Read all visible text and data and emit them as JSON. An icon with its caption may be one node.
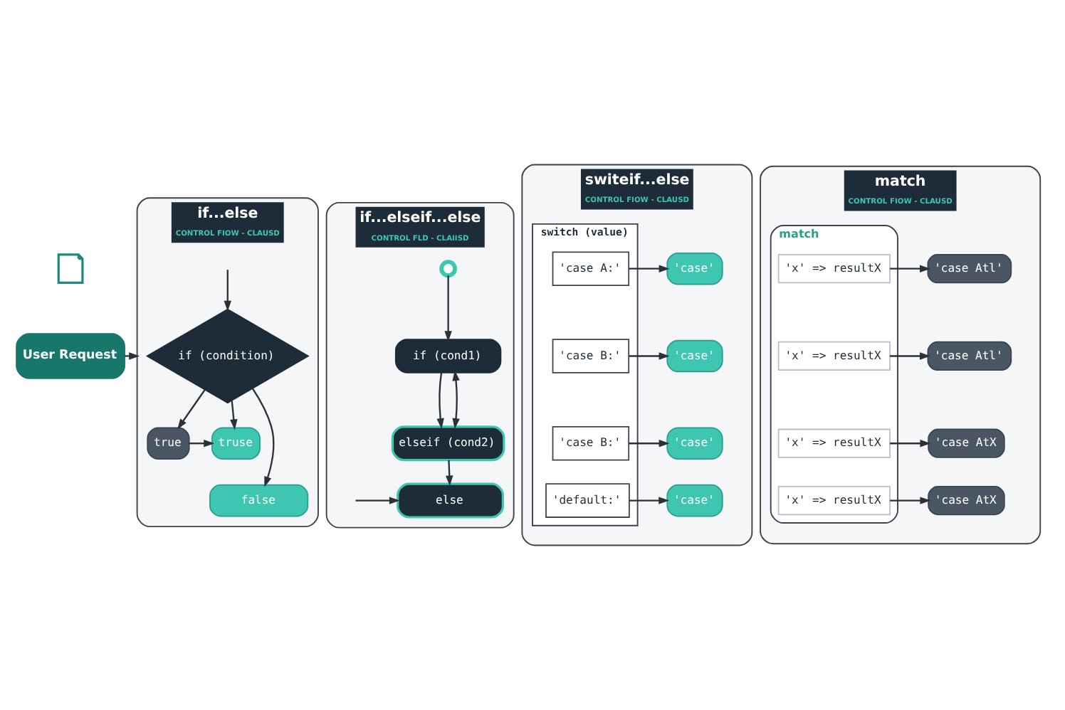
{
  "diagram": {
    "nodes": [
      {
        "text": [
          "User Request"
        ]
      },
      {
        "text": [],
        "shape": "picture"
      },
      {
        "text": [
          "if...else",
          "CONTROL FIOW - CLAUSD"
        ]
      },
      {
        "text": [
          "if (condition)"
        ],
        "in": 2
      },
      {
        "text": [
          "true"
        ],
        "in": 2
      },
      {
        "text": [
          "truse"
        ],
        "in": 2
      },
      {
        "text": [
          "false"
        ],
        "in": 2
      },
      {
        "text": [
          "if...elseif...else",
          "CONTROL FLD - CLAIISD"
        ]
      },
      {
        "text": [],
        "shape": "circle",
        "in": 7
      },
      {
        "text": [
          "if (cond1)"
        ],
        "in": 7
      },
      {
        "text": [
          "elseif (cond2)"
        ],
        "in": 7
      },
      {
        "text": [
          "else"
        ],
        "in": 7
      },
      {
        "text": [
          "switeif...else",
          "CONTROL FIOW - CLAUSD"
        ]
      },
      {
        "text": [
          "switch (value)"
        ],
        "in": 12
      },
      {
        "text": [
          "'case A:'"
        ],
        "in": 13
      },
      {
        "text": [
          "'case B:'"
        ],
        "in": 13
      },
      {
        "text": [
          "'case B:'"
        ],
        "in": 13
      },
      {
        "text": [
          "'default:'"
        ],
        "in": 13
      },
      {
        "text": [
          "'case'"
        ],
        "in": 12
      },
      {
        "text": [
          "'case'"
        ],
        "in": 12
      },
      {
        "text": [
          "'case'"
        ],
        "in": 12
      },
      {
        "text": [
          "'case'"
        ],
        "in": 12
      },
      {
        "text": [
          "match",
          "CONTROL FIOW - CLAUSD"
        ]
      },
      {
        "text": [
          "match"
        ],
        "in": 22
      },
      {
        "text": [
          "'x' => resultX"
        ],
        "in": 23
      },
      {
        "text": [
          "'x' => resultX"
        ],
        "in": 23
      },
      {
        "text": [
          "'x' => resultX"
        ],
        "in": 23
      },
      {
        "text": [
          "'x' => resultX"
        ],
        "in": 23
      },
      {
        "text": [
          "'case Atl'"
        ],
        "in": 22
      },
      {
        "text": [
          "'case Atl'"
        ],
        "in": 22
      },
      {
        "text": [
          "'case AtX"
        ],
        "in": 22
      },
      {
        "text": [
          "'case AtX"
        ],
        "in": 22
      }
    ],
    "edges": [
      {
        "from": 0,
        "to": 2,
        "arrow": "to"
      },
      {
        "from": null,
        "to": 3,
        "arrow": "to"
      },
      {
        "from": 3,
        "to": 4,
        "arrow": "to"
      },
      {
        "from": 3,
        "to": 5,
        "arrow": "to"
      },
      {
        "from": 4,
        "to": 5,
        "arrow": "to"
      },
      {
        "from": 3,
        "to": 6,
        "arrow": "to"
      },
      {
        "from": 8,
        "to": 9,
        "arrow": "to"
      },
      {
        "from": 9,
        "to": 10,
        "arrow": "to"
      },
      {
        "from": 9,
        "to": 10,
        "arrow": "both"
      },
      {
        "from": 10,
        "to": 11,
        "arrow": "to"
      },
      {
        "from": null,
        "to": 11,
        "arrow": "to"
      },
      {
        "from": 14,
        "to": 18,
        "arrow": "to"
      },
      {
        "from": 15,
        "to": 19,
        "arrow": "to"
      },
      {
        "from": 16,
        "to": 20,
        "arrow": "to"
      },
      {
        "from": 17,
        "to": 21,
        "arrow": "to"
      },
      {
        "from": 24,
        "to": 28,
        "arrow": "to"
      },
      {
        "from": 25,
        "to": 29,
        "arrow": "to"
      },
      {
        "from": 26,
        "to": 30,
        "arrow": "to"
      },
      {
        "from": 27,
        "to": 31,
        "arrow": "to"
      }
    ]
  }
}
